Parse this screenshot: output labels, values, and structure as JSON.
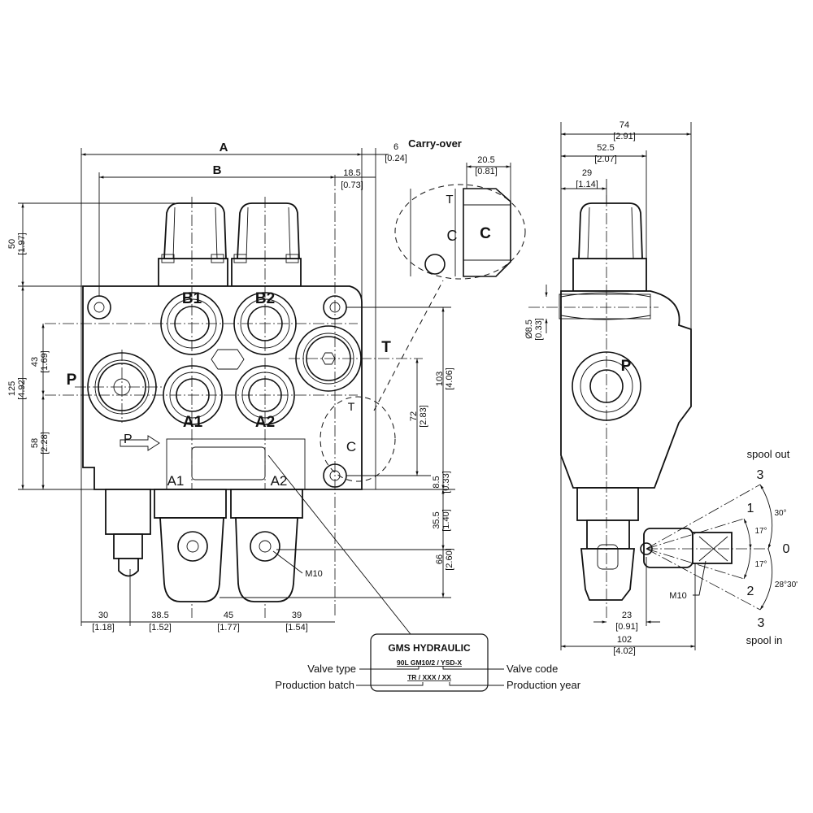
{
  "front_view": {
    "dim_A": "A",
    "dim_B": "B",
    "dim_6": [
      "6",
      "[0.24]"
    ],
    "dim_18_5": [
      "18.5",
      "[0.73]"
    ],
    "dim_50": [
      "50",
      "[1.97]"
    ],
    "dim_125": [
      "125",
      "[4.92]"
    ],
    "dim_43": [
      "43",
      "[1.69]"
    ],
    "dim_58": [
      "58",
      "[2.28]"
    ],
    "dim_103": [
      "103",
      "[4.06]"
    ],
    "dim_72": [
      "72",
      "[2.83]"
    ],
    "dim_8_5": [
      "8.5",
      "[0.33]"
    ],
    "dim_35_5": [
      "35.5",
      "[1.40]"
    ],
    "dim_66": [
      "66",
      "[2.60]"
    ],
    "dim_30": [
      "30",
      "[1.18]"
    ],
    "dim_38_5": [
      "38.5",
      "[1.52]"
    ],
    "dim_45": [
      "45",
      "[1.77]"
    ],
    "dim_39": [
      "39",
      "[1.54]"
    ],
    "ports": {
      "B1": "B1",
      "B2": "B2",
      "A1": "A1",
      "A2": "A2",
      "P": "P",
      "T": "T"
    },
    "plate_ports": [
      "A1",
      "A2"
    ],
    "inlet_mark": "P",
    "carry_mark_T": "T",
    "carry_mark_C": "C",
    "thread": "M10"
  },
  "carry_over": {
    "title": "Carry-over",
    "dim_20_5": [
      "20.5",
      "[0.81]"
    ],
    "T": "T",
    "C": "C"
  },
  "side_view": {
    "dim_74": [
      "74",
      "[2.91]"
    ],
    "dim_52_5": [
      "52.5",
      "[2.07]"
    ],
    "dim_29": [
      "29",
      "[1.14]"
    ],
    "dim_d8_5": [
      "Ø8.5",
      "[0.33]"
    ],
    "port_P": "P",
    "dim_23": [
      "23",
      "[0.91]"
    ],
    "dim_102": [
      "102",
      "[4.02]"
    ],
    "thread": "M10",
    "spool_out": "spool out",
    "spool_in": "spool in",
    "positions": [
      "3",
      "1",
      "0",
      "2",
      "3"
    ],
    "angles": [
      "30°",
      "17°",
      "17°",
      "28°30'"
    ]
  },
  "label_plate": {
    "brand": "GMS HYDRAULIC",
    "line1": "90L GM10/2 / YSD-X",
    "line2": "TR / XXX / XX",
    "valve_type": "Valve type",
    "valve_code": "Valve code",
    "production_batch": "Production batch",
    "production_year": "Production year"
  }
}
